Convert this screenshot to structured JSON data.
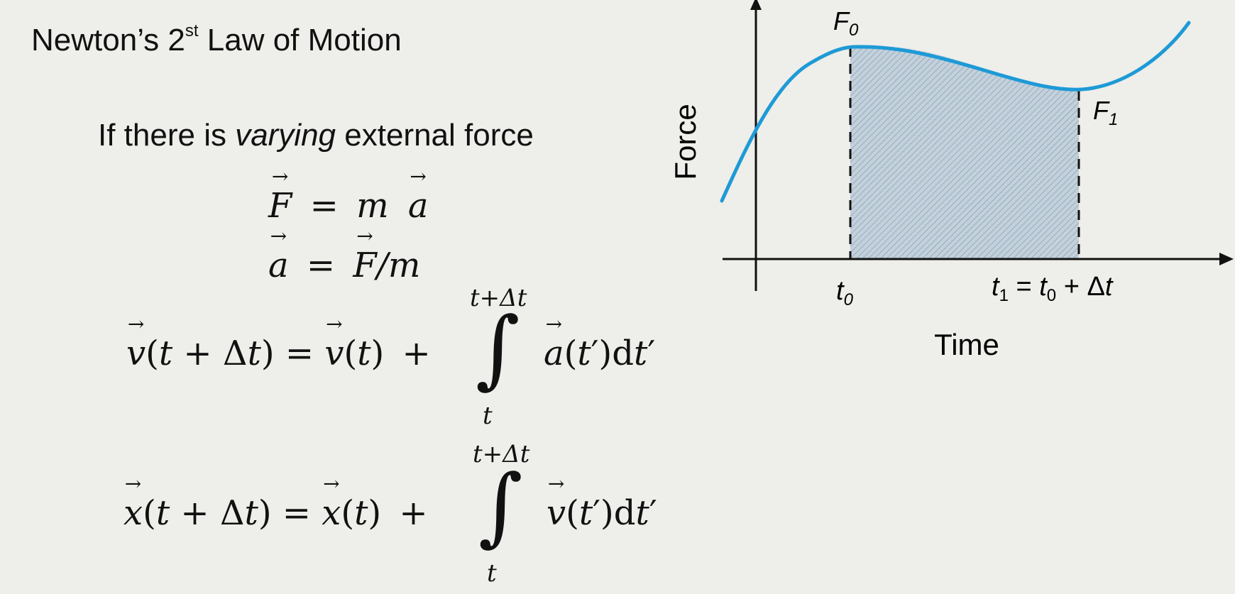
{
  "title": {
    "main": "Newton’s 2",
    "sup": "st",
    "rest": " Law of Motion"
  },
  "subtitle": {
    "pre": "If there is ",
    "emph": "varying",
    "post": " external force"
  },
  "equations": {
    "force": {
      "lhs": "F",
      "eq": "=",
      "m": "m",
      "rhs": "a"
    },
    "accel": {
      "lhs": "a",
      "eq": "=",
      "rhs": "F",
      "div": "/m"
    },
    "velocity": {
      "lhs": "v(t + Δt) = ",
      "lhs_vec": "v",
      "rhs1": "v(t)",
      "plus": "+",
      "upper": "t+Δt",
      "lower": "t",
      "integrand": "a(t′)dt′"
    },
    "position": {
      "lhs": "x(t + Δt) = ",
      "rhs1": "x(t)",
      "plus": "+",
      "upper": "t+Δt",
      "lower": "t",
      "integrand": "v(t′)dt′"
    }
  },
  "chart_data": {
    "type": "area",
    "ylabel": "Force",
    "xlabel": "Time",
    "tick_labels": [
      "t0",
      "t1 = t0 + Δt"
    ],
    "point_labels": [
      "F0",
      "F1"
    ],
    "shaded_interval": [
      "t0",
      "t1"
    ],
    "curve_color": "#1e9ad6",
    "shade_color": "#b9cad6"
  }
}
